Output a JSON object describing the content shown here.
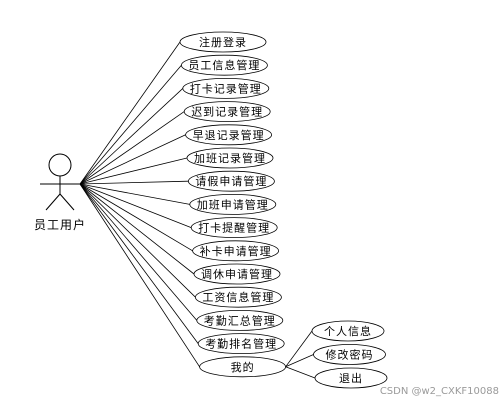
{
  "actor": {
    "label": "员工用户"
  },
  "use_cases": [
    "注册登录",
    "员工信息管理",
    "打卡记录管理",
    "迟到记录管理",
    "早退记录管理",
    "加班记录管理",
    "请假申请管理",
    "加班申请管理",
    "打卡提醒管理",
    "补卡申请管理",
    "调休申请管理",
    "工资信息管理",
    "考勤汇总管理",
    "考勤排名管理",
    "我的"
  ],
  "sub_cases": [
    "个人信息",
    "修改密码",
    "退出"
  ],
  "watermark": "CSDN @w2_CXKF10088"
}
